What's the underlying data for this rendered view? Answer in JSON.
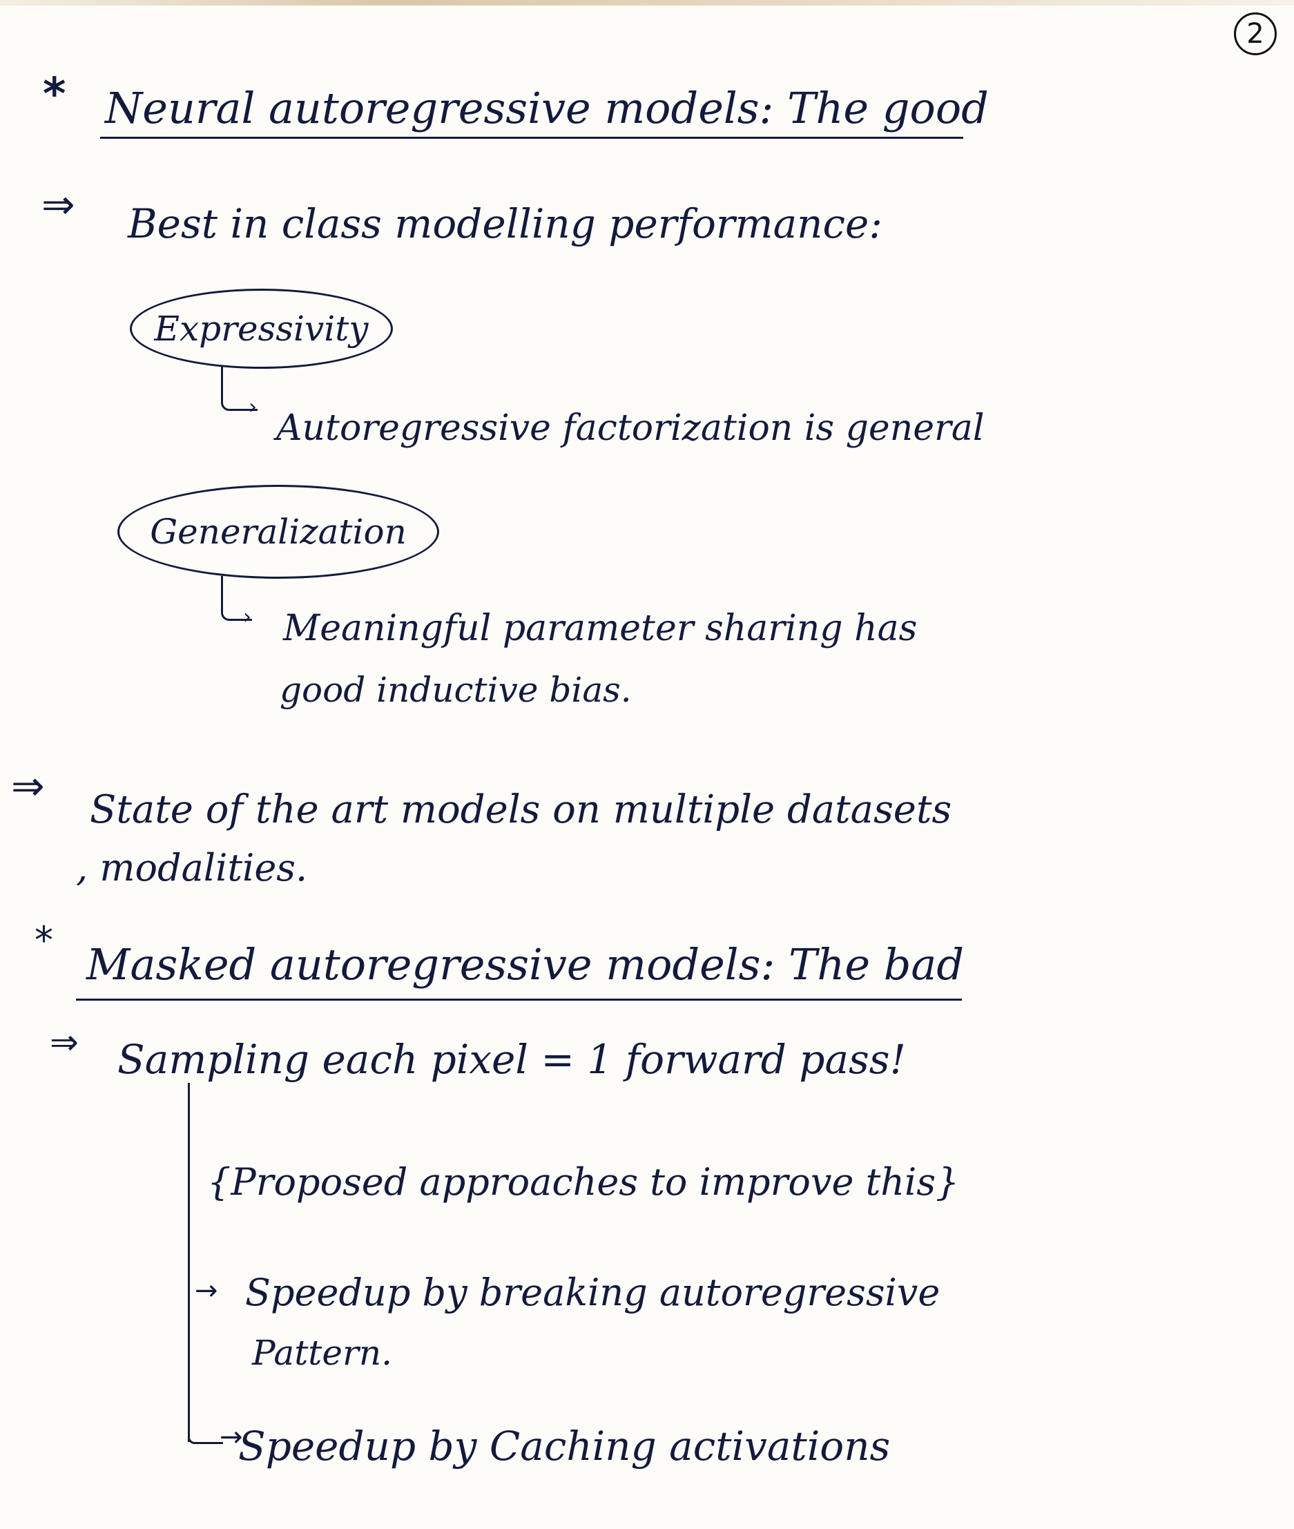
{
  "page_number": "2",
  "section_good": {
    "star": "*",
    "heading": "Neural autoregressive models: The good",
    "point1": {
      "arrow": "⇒",
      "text": "Best in class modelling performance:",
      "expressivity": {
        "label": "Expressivity",
        "note": "Autoregressive factorization is general"
      },
      "generalization": {
        "label": "Generalization",
        "note_line1": "Meaningful parameter sharing has",
        "note_line2": "good inductive bias."
      }
    },
    "point2": {
      "arrow": "⇒",
      "line1": "State of the art models on multiple datasets",
      "line2": ", modalities."
    }
  },
  "section_bad": {
    "star": "*",
    "heading": "Masked autoregressive models: The bad",
    "point1": {
      "arrow": "⇒",
      "text": "Sampling each pixel = 1 forward pass!"
    },
    "proposed": "{Proposed approaches to improve this}",
    "approach1_line1": "Speedup by breaking autoregressive",
    "approach1_line2": "Pattern.",
    "approach2": "Speedup by Caching activations"
  }
}
